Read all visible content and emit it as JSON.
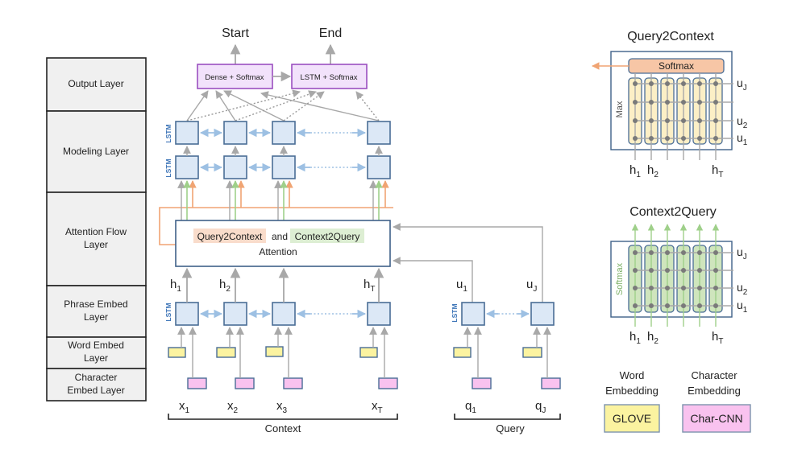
{
  "layers": [
    {
      "id": "output",
      "lines": [
        "Output Layer"
      ]
    },
    {
      "id": "modeling",
      "lines": [
        "Modeling Layer"
      ]
    },
    {
      "id": "attention",
      "lines": [
        "Attention Flow",
        "Layer"
      ]
    },
    {
      "id": "phrase",
      "lines": [
        "Phrase Embed",
        "Layer"
      ]
    },
    {
      "id": "word",
      "lines": [
        "Word Embed",
        "Layer"
      ]
    },
    {
      "id": "char",
      "lines": [
        "Character",
        "Embed Layer"
      ]
    }
  ],
  "outputs": {
    "start": "Start",
    "end": "End",
    "dense_softmax": "Dense + Softmax",
    "lstm_softmax": "LSTM + Softmax"
  },
  "lstm_label": "LSTM",
  "attention": {
    "q2c": "Query2Context",
    "and": "and",
    "c2q": "Context2Query",
    "line2": "Attention",
    "q2c_bg": "#f9dccb",
    "c2q_bg": "#ddeed3"
  },
  "context": {
    "h_labels": [
      {
        "base": "h",
        "sub": "1"
      },
      {
        "base": "h",
        "sub": "2"
      },
      {
        "base": "",
        "sub": ""
      },
      {
        "base": "h",
        "sub": "T"
      }
    ],
    "x_labels": [
      {
        "base": "x",
        "sub": "1"
      },
      {
        "base": "x",
        "sub": "2"
      },
      {
        "base": "x",
        "sub": "3"
      },
      {
        "base": "x",
        "sub": "T"
      }
    ],
    "caption": "Context"
  },
  "query": {
    "u_labels": [
      {
        "base": "u",
        "sub": "1"
      },
      {
        "base": "u",
        "sub": "J"
      }
    ],
    "q_labels": [
      {
        "base": "q",
        "sub": "1"
      },
      {
        "base": "q",
        "sub": "J"
      }
    ],
    "caption": "Query"
  },
  "q2c_panel": {
    "title": "Query2Context",
    "softmax": "Softmax",
    "side": "Max",
    "row_labels": [
      {
        "base": "u",
        "sub": "J"
      },
      {
        "base": "",
        "sub": ""
      },
      {
        "base": "u",
        "sub": "2"
      },
      {
        "base": "u",
        "sub": "1"
      }
    ],
    "col_labels": [
      {
        "base": "h",
        "sub": "1"
      },
      {
        "base": "h",
        "sub": "2"
      },
      {
        "base": "h",
        "sub": "T"
      }
    ],
    "column_fill": "#fcefc6",
    "softmax_fill": "#f7c6a6"
  },
  "c2q_panel": {
    "title": "Context2Query",
    "side": "Softmax",
    "row_labels": [
      {
        "base": "u",
        "sub": "J"
      },
      {
        "base": "",
        "sub": ""
      },
      {
        "base": "u",
        "sub": "2"
      },
      {
        "base": "u",
        "sub": "1"
      }
    ],
    "col_labels": [
      {
        "base": "h",
        "sub": "1"
      },
      {
        "base": "h",
        "sub": "2"
      },
      {
        "base": "h",
        "sub": "T"
      }
    ],
    "column_fill": "#cfe5bd"
  },
  "legend": {
    "word": {
      "lines": [
        "Word",
        "Embedding"
      ],
      "box": "GLOVE",
      "color": "#fbf3a0"
    },
    "char": {
      "lines": [
        "Character",
        "Embedding"
      ],
      "box": "Char-CNN",
      "color": "#f9c2ef"
    }
  }
}
